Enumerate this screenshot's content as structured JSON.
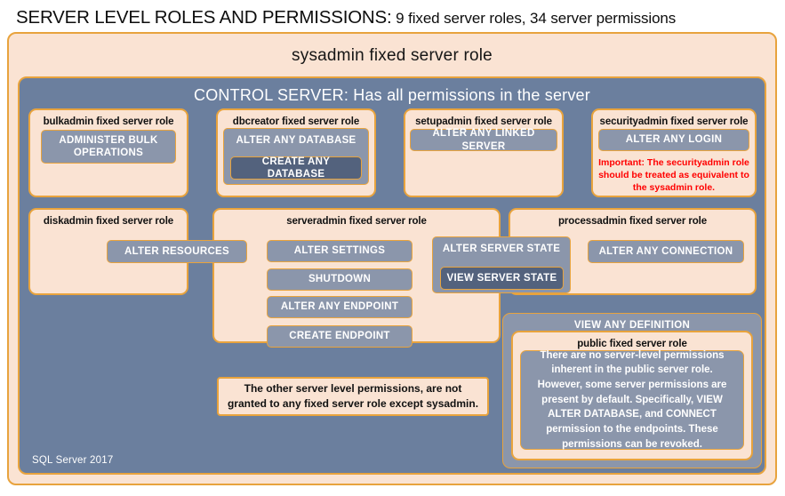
{
  "header": {
    "title_strong": "SERVER LEVEL ROLES AND PERMISSIONS:",
    "title_rest": " 9 fixed server roles, 34 server permissions"
  },
  "sysadmin": {
    "label": "sysadmin  fixed  server  role"
  },
  "control_server": {
    "label": "CONTROL SERVER: Has all permissions in the server"
  },
  "roles": {
    "bulkadmin": {
      "title": "bulkadmin  fixed server role",
      "perm1": "ADMINISTER  BULK OPERATIONS"
    },
    "dbcreator": {
      "title": "dbcreator fixed server role",
      "perm1": "ALTER ANY DATABASE",
      "perm2": "CREATE  ANY DATABASE"
    },
    "setupadmin": {
      "title": "setupadmin fixed server role",
      "perm1": "ALTER ANY LINKED SERVER"
    },
    "securityadmin": {
      "title": "securityadmin  fixed server role",
      "perm1": "ALTER ANY LOGIN",
      "warning": "Important:  The securityadmin role should  be treated as equivalent to the sysadmin role."
    },
    "diskadmin": {
      "title": "diskadmin  fixed server role",
      "perm1": "ALTER RESOURCES"
    },
    "serveradmin": {
      "title": "serveradmin fixed server role",
      "perm1": "ALTER SETTINGS",
      "perm2": "SHUTDOWN",
      "perm3": "ALTER ANY ENDPOINT",
      "perm4": "CREATE  ENDPOINT"
    },
    "server_state": {
      "outer": "ALTER SERVER STATE",
      "inner": "VIEW SERVER STATE"
    },
    "processadmin": {
      "title": "processadmin fixed server role",
      "perm1": "ALTER ANY CONNECTION"
    },
    "public": {
      "outer": "VIEW ANY DEFINITION",
      "title": "public  fixed server role",
      "body": "There are no server-level permissions inherent in the public server role. However, some server permissions are present by default. Specifically, VIEW ALTER DATABASE, and CONNECT permission to the endpoints. These permissions can be revoked."
    }
  },
  "notes": {
    "other_permissions": "The other server level permissions,  are not granted to any fixed server role except sysadmin."
  },
  "footer": {
    "label": "SQL Server 2017"
  },
  "colors": {
    "peach": "#fae3d3",
    "gold_border": "#e8a33d",
    "slate_panel": "#6b7f9e",
    "perm_grey": "#8b96ab",
    "perm_dark": "#53627d",
    "warning_red": "#ff0000",
    "text_dark": "#111111",
    "text_light": "#ffffff"
  }
}
